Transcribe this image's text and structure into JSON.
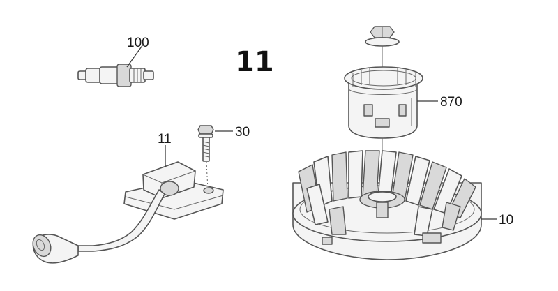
{
  "diagram": {
    "group_number": "11",
    "callouts": {
      "spark_plug": "100",
      "bolt_small": "30",
      "ignition_coil": "11",
      "starter_cup": "870",
      "flywheel": "10"
    }
  }
}
